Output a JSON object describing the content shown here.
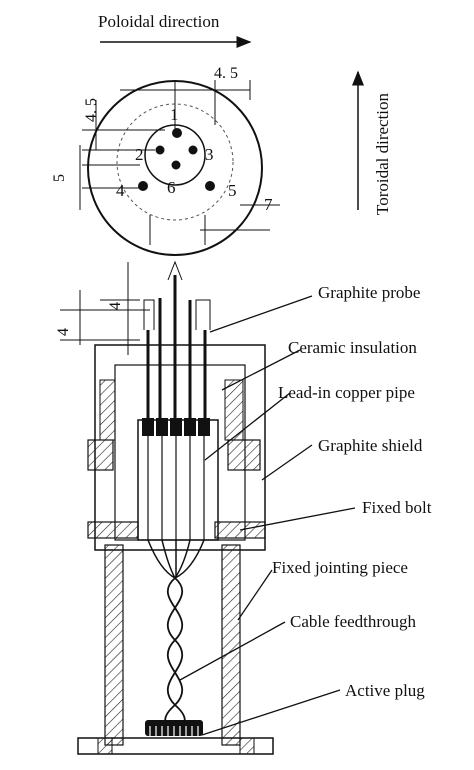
{
  "diagram": {
    "top_view": {
      "poloidal_label": "Poloidal direction",
      "toroidal_label": "Toroidal direction",
      "dim_top": "4. 5",
      "dim_left_top": "4. 5",
      "dim_left": "5",
      "probe_numbers": [
        "1",
        "2",
        "3",
        "4",
        "5",
        "6",
        "7"
      ]
    },
    "side_view": {
      "dim_a": "4",
      "dim_b": "4",
      "labels": {
        "graphite_probe": "Graphite probe",
        "ceramic_insulation": "Ceramic insulation",
        "lead_in_copper_pipe": "Lead-in copper pipe",
        "graphite_shield": "Graphite shield",
        "fixed_bolt": "Fixed bolt",
        "fixed_jointing_piece": "Fixed jointing piece",
        "cable_feedthrough": "Cable feedthrough",
        "active_plug": "Active plug"
      }
    }
  }
}
